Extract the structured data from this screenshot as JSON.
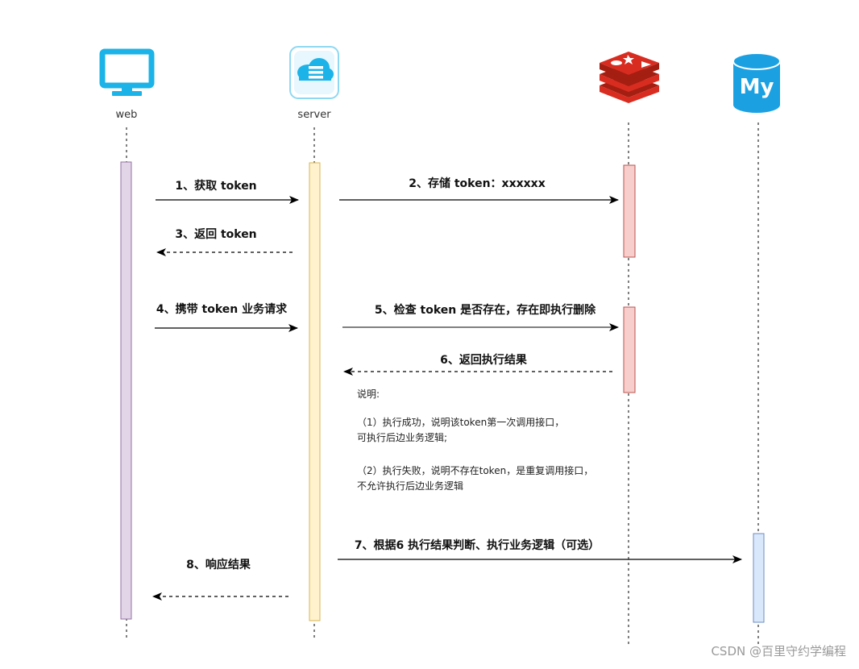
{
  "participants": {
    "web": {
      "label": "web",
      "icon": "monitor-icon",
      "color": "#1bb3e8"
    },
    "server": {
      "label": "server",
      "icon": "cloud-server-icon",
      "color": "#1bb3e8"
    },
    "redis": {
      "label": "",
      "icon": "redis-icon",
      "color": "#d82c20"
    },
    "mysql": {
      "label": "",
      "icon": "mysql-icon",
      "icon_text": "My",
      "color": "#1ba1e2"
    }
  },
  "messages": {
    "m1": "1、获取 token",
    "m2": "2、存储 token：xxxxxx",
    "m3": "3、返回 token",
    "m4": "4、携带 token 业务请求",
    "m5": "5、检查 token 是否存在，存在即执行删除",
    "m6": "6、返回执行结果",
    "m7": "7、根据6 执行结果判断、执行业务逻辑（可选）",
    "m8": "8、响应结果"
  },
  "note": {
    "title": "说明:",
    "line1": "（1）执行成功，说明该token第一次调用接口，",
    "line2": "可执行后边业务逻辑;",
    "line3": "（2）执行失败，说明不存在token，是重复调用接口，",
    "line4": "不允许执行后边业务逻辑"
  },
  "watermark": "CSDN @百里守约学编程",
  "colors": {
    "web_bar": "#e1d5e7",
    "web_bar_stroke": "#9673a6",
    "server_bar": "#fff2cc",
    "server_bar_stroke": "#d6b656",
    "redis_bar": "#f8cecc",
    "redis_bar_stroke": "#b85450",
    "mysql_bar": "#dae8fc",
    "mysql_bar_stroke": "#6c8ebf"
  }
}
